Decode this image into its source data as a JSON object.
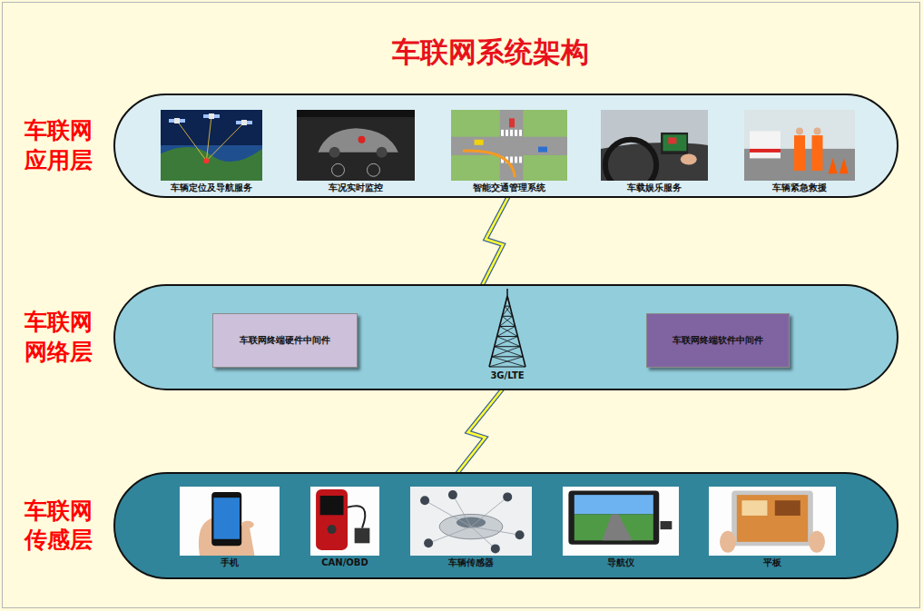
{
  "diagram": {
    "title": "车联网系统架构",
    "nodes": [
      {
        "text": [
          "车联网 应用层"
        ]
      },
      {
        "text": [
          "车辆定位及导航服务"
        ],
        "in": 0
      },
      {
        "text": [
          "车况实时监控"
        ],
        "in": 0
      },
      {
        "text": [
          "智能交通管理系统"
        ],
        "in": 0
      },
      {
        "text": [
          "车载娱乐服务"
        ],
        "in": 0
      },
      {
        "text": [
          "车辆紧急救援"
        ],
        "in": 0
      },
      {
        "text": [
          "车联网 网络层"
        ]
      },
      {
        "text": [
          "车联网终端硬件中间件"
        ],
        "in": 6
      },
      {
        "text": [
          "3G/LTE"
        ],
        "in": 6
      },
      {
        "text": [
          "车联网终端软件中间件"
        ],
        "in": 6
      },
      {
        "text": [
          "车联网 传感层"
        ]
      },
      {
        "text": [
          "手机"
        ],
        "in": 10
      },
      {
        "text": [
          "CAN/OBD"
        ],
        "in": 10
      },
      {
        "text": [
          "车辆传感器"
        ],
        "in": 10
      },
      {
        "text": [
          "导航仪"
        ],
        "in": 10
      },
      {
        "text": [
          "平板"
        ],
        "in": 10
      }
    ],
    "edges": [
      {
        "from": 3,
        "to": 8,
        "arrow": "none"
      },
      {
        "from": 8,
        "to": 13,
        "arrow": "none"
      }
    ]
  }
}
